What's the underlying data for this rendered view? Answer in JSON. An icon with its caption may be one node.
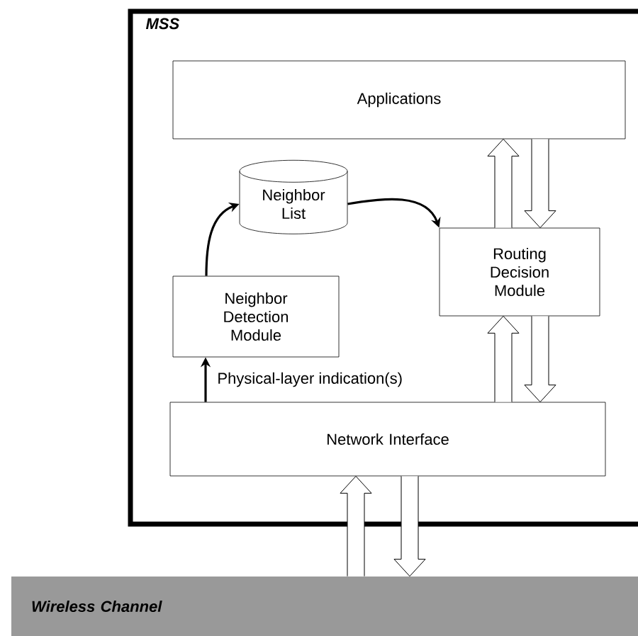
{
  "diagram": {
    "nodes": [
      {
        "text": [
          "MSS"
        ]
      },
      {
        "text": [
          "Applications"
        ],
        "in": 0
      },
      {
        "text": [
          "Neighbor List"
        ],
        "in": 0
      },
      {
        "text": [
          "Neighbor Detection Module"
        ],
        "in": 0
      },
      {
        "text": [
          "Routing Decision Module"
        ],
        "in": 0
      },
      {
        "text": [
          "Network Interface"
        ],
        "in": 0
      },
      {
        "text": [
          "Wireless Channel"
        ]
      }
    ],
    "edges": [
      {
        "from": 3,
        "to": 2,
        "arrow": "to"
      },
      {
        "from": 2,
        "to": 4,
        "arrow": "to"
      },
      {
        "from": 5,
        "to": 3,
        "arrow": "to",
        "label": "Physical-layer indication(s)"
      },
      {
        "from": 4,
        "to": 1,
        "arrow": "to",
        "style": "thick"
      },
      {
        "from": 1,
        "to": 4,
        "arrow": "to",
        "style": "thick"
      },
      {
        "from": 5,
        "to": 4,
        "arrow": "to",
        "style": "thick"
      },
      {
        "from": 4,
        "to": 5,
        "arrow": "to",
        "style": "thick"
      },
      {
        "from": 6,
        "to": 5,
        "arrow": "to",
        "style": "thick"
      },
      {
        "from": 5,
        "to": 6,
        "arrow": "to",
        "style": "thick"
      }
    ]
  }
}
